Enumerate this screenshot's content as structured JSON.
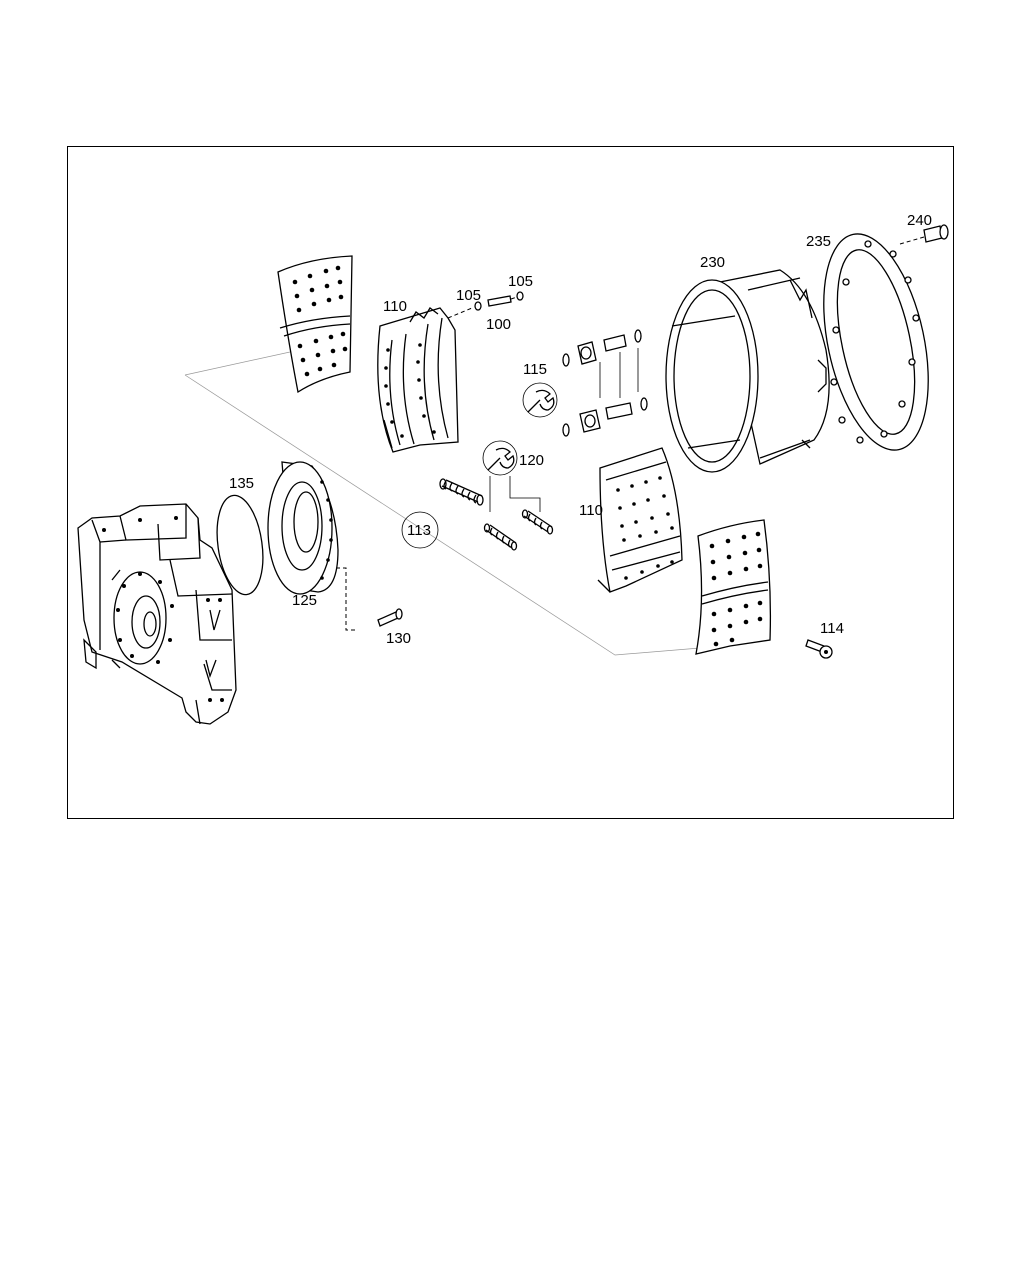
{
  "callouts": {
    "c240": "240",
    "c235": "235",
    "c230": "230",
    "c110a": "110",
    "c105a": "105",
    "c105b": "105",
    "c100": "100",
    "c115": "115",
    "c120": "120",
    "c135": "135",
    "c113": "113",
    "c110b": "110",
    "c125": "125",
    "c130": "130",
    "c114": "114"
  },
  "icons": {
    "tool_icon_1": "wrench-icon",
    "tool_icon_2": "wrench-icon"
  }
}
